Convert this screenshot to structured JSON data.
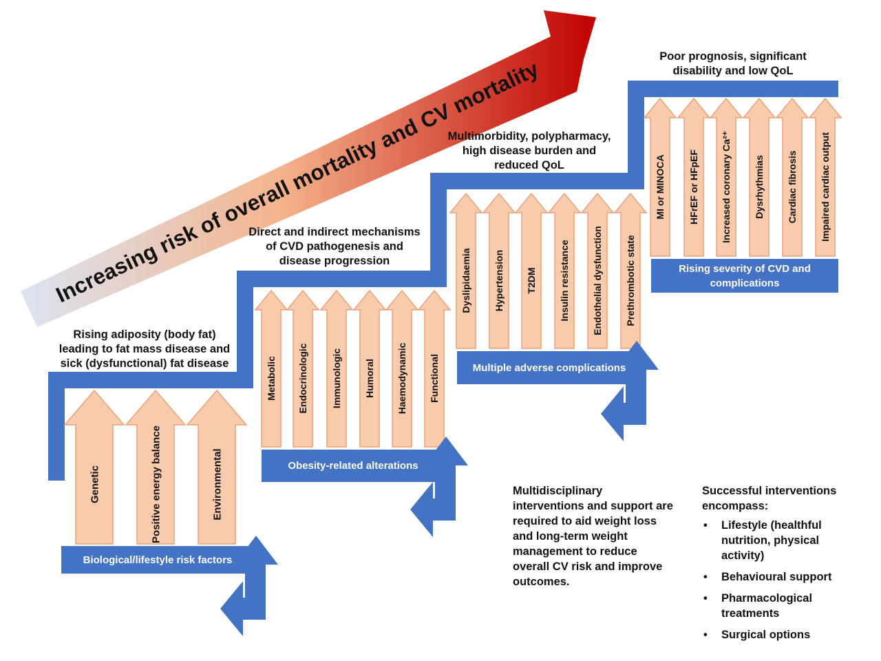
{
  "banner": {
    "text": "Increasing risk of overall mortality and CV mortality"
  },
  "stages": [
    {
      "header": "Rising adiposity (body fat)\nleading to fat mass disease and\nsick (dysfunctional) fat disease",
      "box": "Biological/lifestyle risk factors",
      "factors": [
        "Genetic",
        "Positive energy balance",
        "Environmental"
      ]
    },
    {
      "header": "Direct and indirect mechanisms\nof CVD pathogenesis and\ndisease progression",
      "box": "Obesity-related alterations",
      "factors": [
        "Metabolic",
        "Endocrinologic",
        "Immunologic",
        "Humoral",
        "Haemodynamic",
        "Functional"
      ]
    },
    {
      "header": "Multimorbidity, polypharmacy,\nhigh disease burden and\nreduced QoL",
      "box": "Multiple adverse complications",
      "factors": [
        "Dyslipidaemia",
        "Hypertension",
        "T2DM",
        "Insulin resistance",
        "Endothelial dysfunction",
        "Prethrombotic state"
      ]
    },
    {
      "header": "Poor prognosis, significant\ndisability and low QoL",
      "box": "Rising severity of CVD and\ncomplications",
      "factors": [
        "MI or MINOCA",
        "HFrEF or HFpEF",
        "Increased coronary Ca²⁺",
        "Dysrhythmias",
        "Cardiac fibrosis",
        "Impaired cardiac output"
      ]
    }
  ],
  "interventions": {
    "text": "Multidisciplinary\ninterventions and support are\nrequired to aid weight loss\nand long-term weight\nmanagement to reduce\noverall CV risk and improve\noutcomes.",
    "title": "Successful interventions\nencompass:",
    "bullet": "•",
    "items": [
      "Lifestyle (healthful\nnutrition, physical\nactivity)",
      "Behavioural support",
      "Pharmacological\ntreatments",
      "Surgical options"
    ]
  },
  "colors": {
    "blue": "#4472c4",
    "arrow_fill": "#f8cbad",
    "arrow_stroke": "#e9a17a",
    "banner_start": "#dbe4f3",
    "banner_end": "#c00000"
  }
}
